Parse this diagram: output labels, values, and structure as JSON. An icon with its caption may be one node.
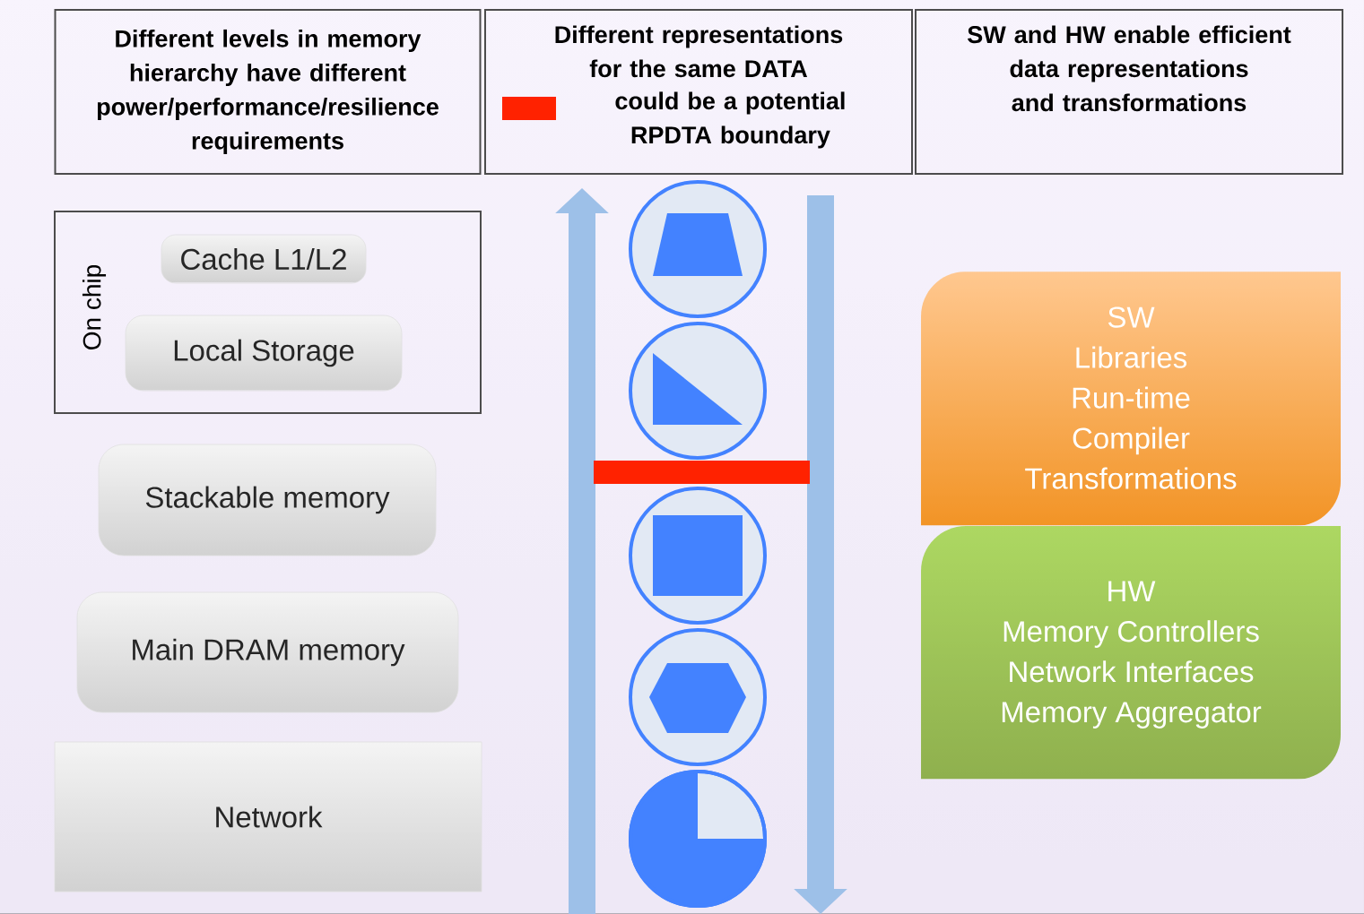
{
  "diagram": {
    "nodes": [
      {
        "text": [
          "Different levels in memory hierarchy have different power/performance/resilience requirements"
        ]
      },
      {
        "text": [
          "Different representations for the same DATA"
        ]
      },
      {
        "text": [
          "SW and HW enable efficient data representations and transformations"
        ]
      },
      {
        "text": [
          "On chip"
        ]
      },
      {
        "text": [
          "Cache L1/L2"
        ],
        "in": 3
      },
      {
        "text": [
          "Local Storage"
        ],
        "in": 3
      },
      {
        "text": [
          "Stackable memory"
        ]
      },
      {
        "text": [
          "Main DRAM memory"
        ]
      },
      {
        "text": [
          "Network"
        ]
      },
      {
        "text": [
          "SW",
          "Libraries",
          "Run-time",
          "Compiler",
          "Transformations"
        ]
      },
      {
        "text": [
          "HW",
          "Memory Controllers",
          "Network Interfaces",
          "Memory Aggregator"
        ]
      }
    ],
    "edges": [],
    "legend": [
      {
        "text": "could be a potential RPDTA boundary",
        "color": "#ff2200"
      }
    ]
  }
}
